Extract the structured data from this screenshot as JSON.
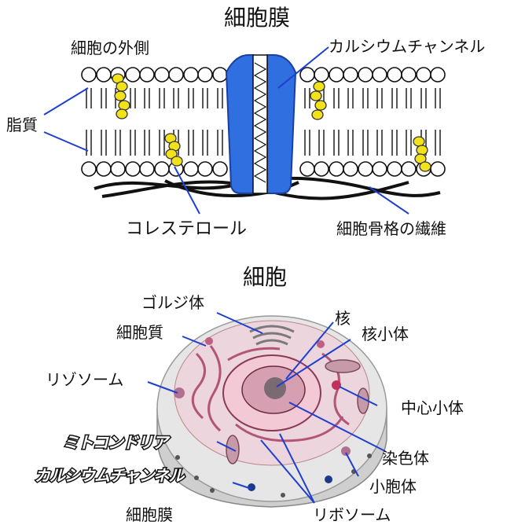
{
  "membrane": {
    "title": "細胞膜",
    "outside_label": "細胞の外側",
    "lipid_label": "脂質",
    "channel_label": "カルシウムチャンネル",
    "cholesterol_label": "コレステロール",
    "cytoskeleton_label": "細胞骨格の繊維"
  },
  "cell": {
    "title": "細胞",
    "golgi_label": "ゴルジ体",
    "cytoplasm_label": "細胞質",
    "nucleus_label": "核",
    "nucleolus_label": "核小体",
    "lysosome_label": "リゾソーム",
    "centrosome_label": "中心小体",
    "mitochondria_label": "ミトコンドリア",
    "ca_channel_label": "カルシウムチャンネル",
    "chromosome_label": "染色体",
    "vesicle_label": "小胞体",
    "membrane_label": "細胞膜",
    "ribosome_label": "リボソーム"
  },
  "colors": {
    "channel": "#2f6fe0",
    "cholesterol": "#f2e21a",
    "pointer": "#1f3fcf",
    "cell_pink": "#d98aa3",
    "cell_gray": "#d9d9d9"
  }
}
